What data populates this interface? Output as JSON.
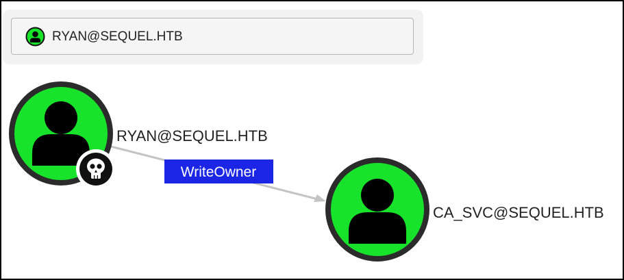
{
  "search": {
    "selected_node": "RYAN@SEQUEL.HTB"
  },
  "graph": {
    "nodes": [
      {
        "label": "RYAN@SEQUEL.HTB",
        "type": "user",
        "badge": "skull-icon",
        "color": "#17e32b"
      },
      {
        "label": "CA_SVC@SEQUEL.HTB",
        "type": "user",
        "color": "#17e32b"
      }
    ],
    "edges": [
      {
        "from": "RYAN@SEQUEL.HTB",
        "to": "CA_SVC@SEQUEL.HTB",
        "label": "WriteOwner",
        "label_color": "#1a25e6"
      }
    ]
  }
}
